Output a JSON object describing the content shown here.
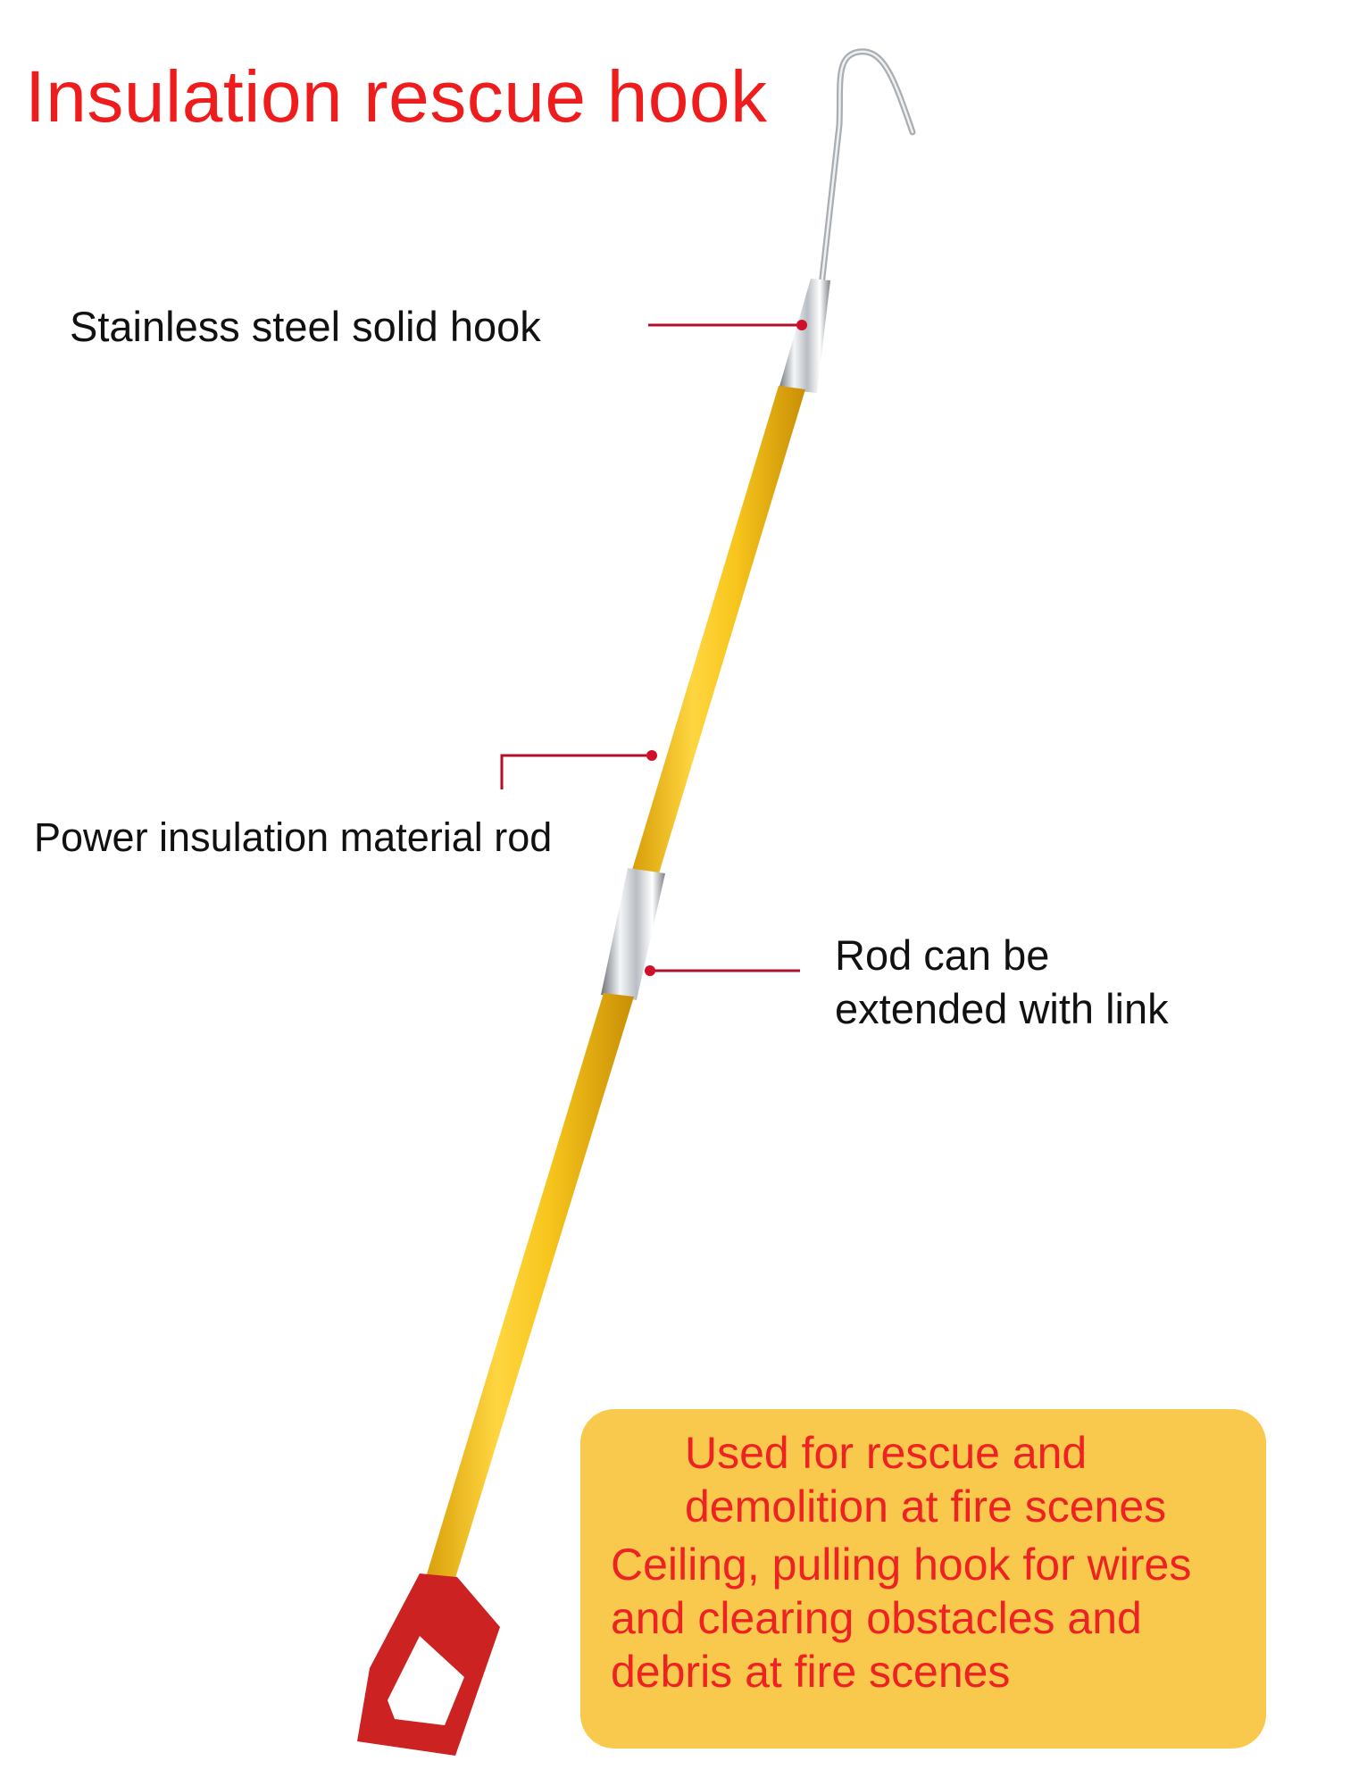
{
  "title": "Insulation rescue hook",
  "callouts": {
    "hook": "Stainless steel solid hook",
    "rod": "Power insulation material rod",
    "extension_line1": "Rod can be",
    "extension_line2": "extended with link"
  },
  "info_box": {
    "line1": "Used for rescue and",
    "line2": "demolition at fire scenes",
    "line3": "Ceiling, pulling hook for wires",
    "line4": "and clearing obstacles and",
    "line5": "debris at fire scenes"
  },
  "colors": {
    "title": "#ee1c1c",
    "rod_yellow": "#f2c21a",
    "handle_red": "#cc2222",
    "leader_line": "#b0102a",
    "info_box_bg": "#f9c94d",
    "info_text": "#ee2222"
  }
}
